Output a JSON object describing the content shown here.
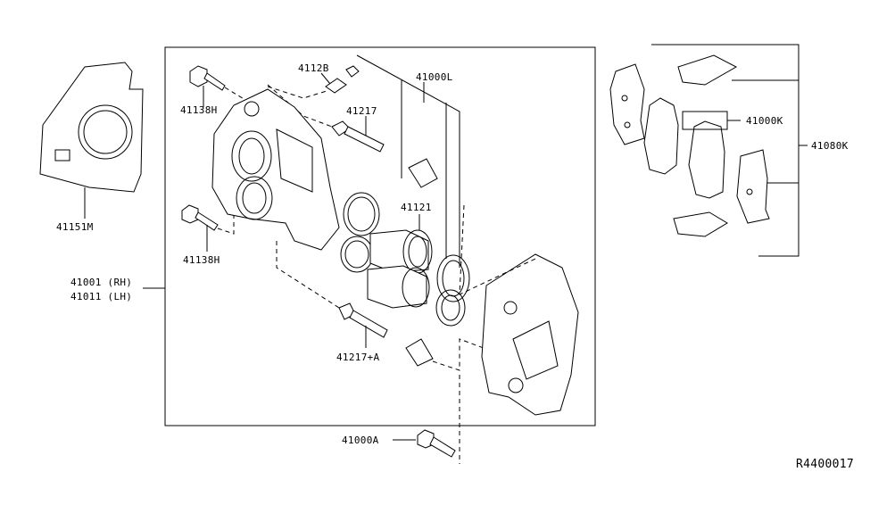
{
  "diagram": {
    "type": "exploded parts diagram",
    "subject": "front brake caliper assembly",
    "reference_code": "R4400017",
    "labels": {
      "bolt_top": "41138H",
      "bolt_lower": "41138H",
      "bleeder": "4112B",
      "pin_upper": "41217",
      "seal_kit": "41000L",
      "piston": "41121",
      "pin_lower": "41217+A",
      "mount_bolt": "41000A",
      "baffle": "41151M",
      "caliper_rh": "41001 (RH)",
      "caliper_lh": "41011 (LH)",
      "pad_kit": "41000K",
      "hardware_kit": "41080K"
    }
  }
}
